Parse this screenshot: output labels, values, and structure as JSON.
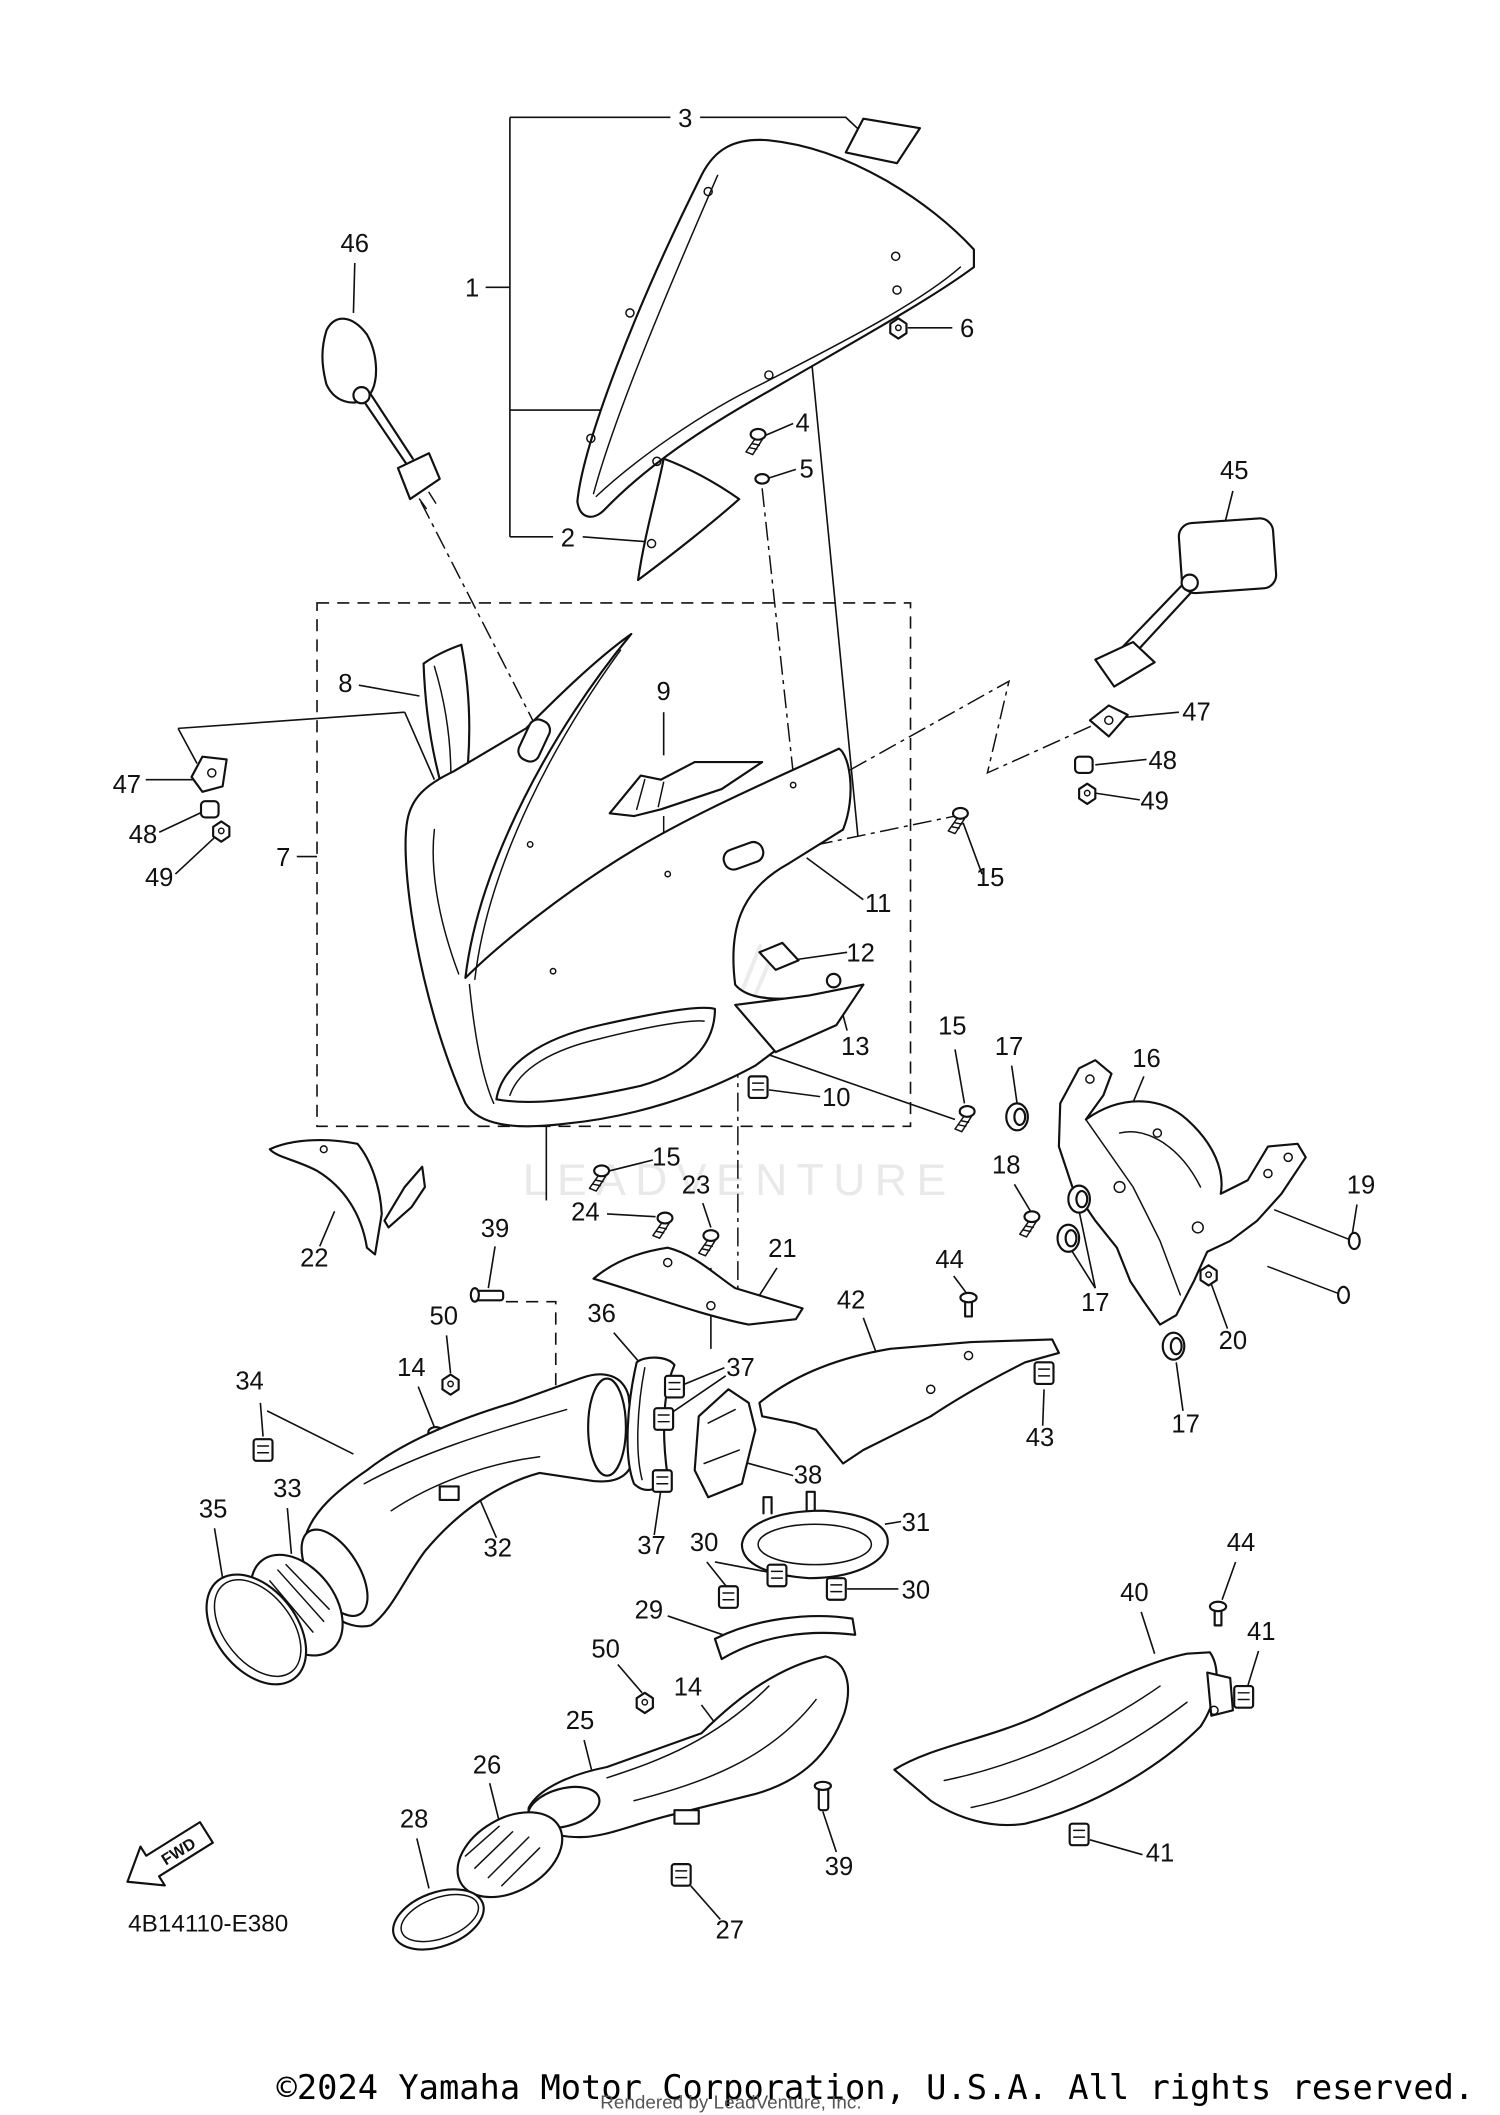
{
  "diagram": {
    "code": "4B14110-E380",
    "fwd_label": "FWD",
    "watermark": "LEADVENTURE",
    "callouts": [
      "3",
      "1",
      "2",
      "46",
      "6",
      "4",
      "5",
      "45",
      "47",
      "48",
      "49",
      "47",
      "48",
      "49",
      "8",
      "7",
      "9",
      "11",
      "15",
      "12",
      "13",
      "10",
      "15",
      "17",
      "16",
      "18",
      "19",
      "17",
      "20",
      "17",
      "15",
      "24",
      "23",
      "22",
      "21",
      "39",
      "44",
      "42",
      "50",
      "36",
      "37",
      "34",
      "14",
      "43",
      "38",
      "33",
      "35",
      "31",
      "32",
      "37",
      "30",
      "30",
      "29",
      "44",
      "40",
      "41",
      "50",
      "14",
      "25",
      "26",
      "28",
      "41",
      "39",
      "27"
    ]
  },
  "footer": {
    "copyright": "©2024 Yamaha Motor Corporation, U.S.A. All rights reserved.",
    "rendered_by": "Rendered by LeadVenture, Inc."
  }
}
